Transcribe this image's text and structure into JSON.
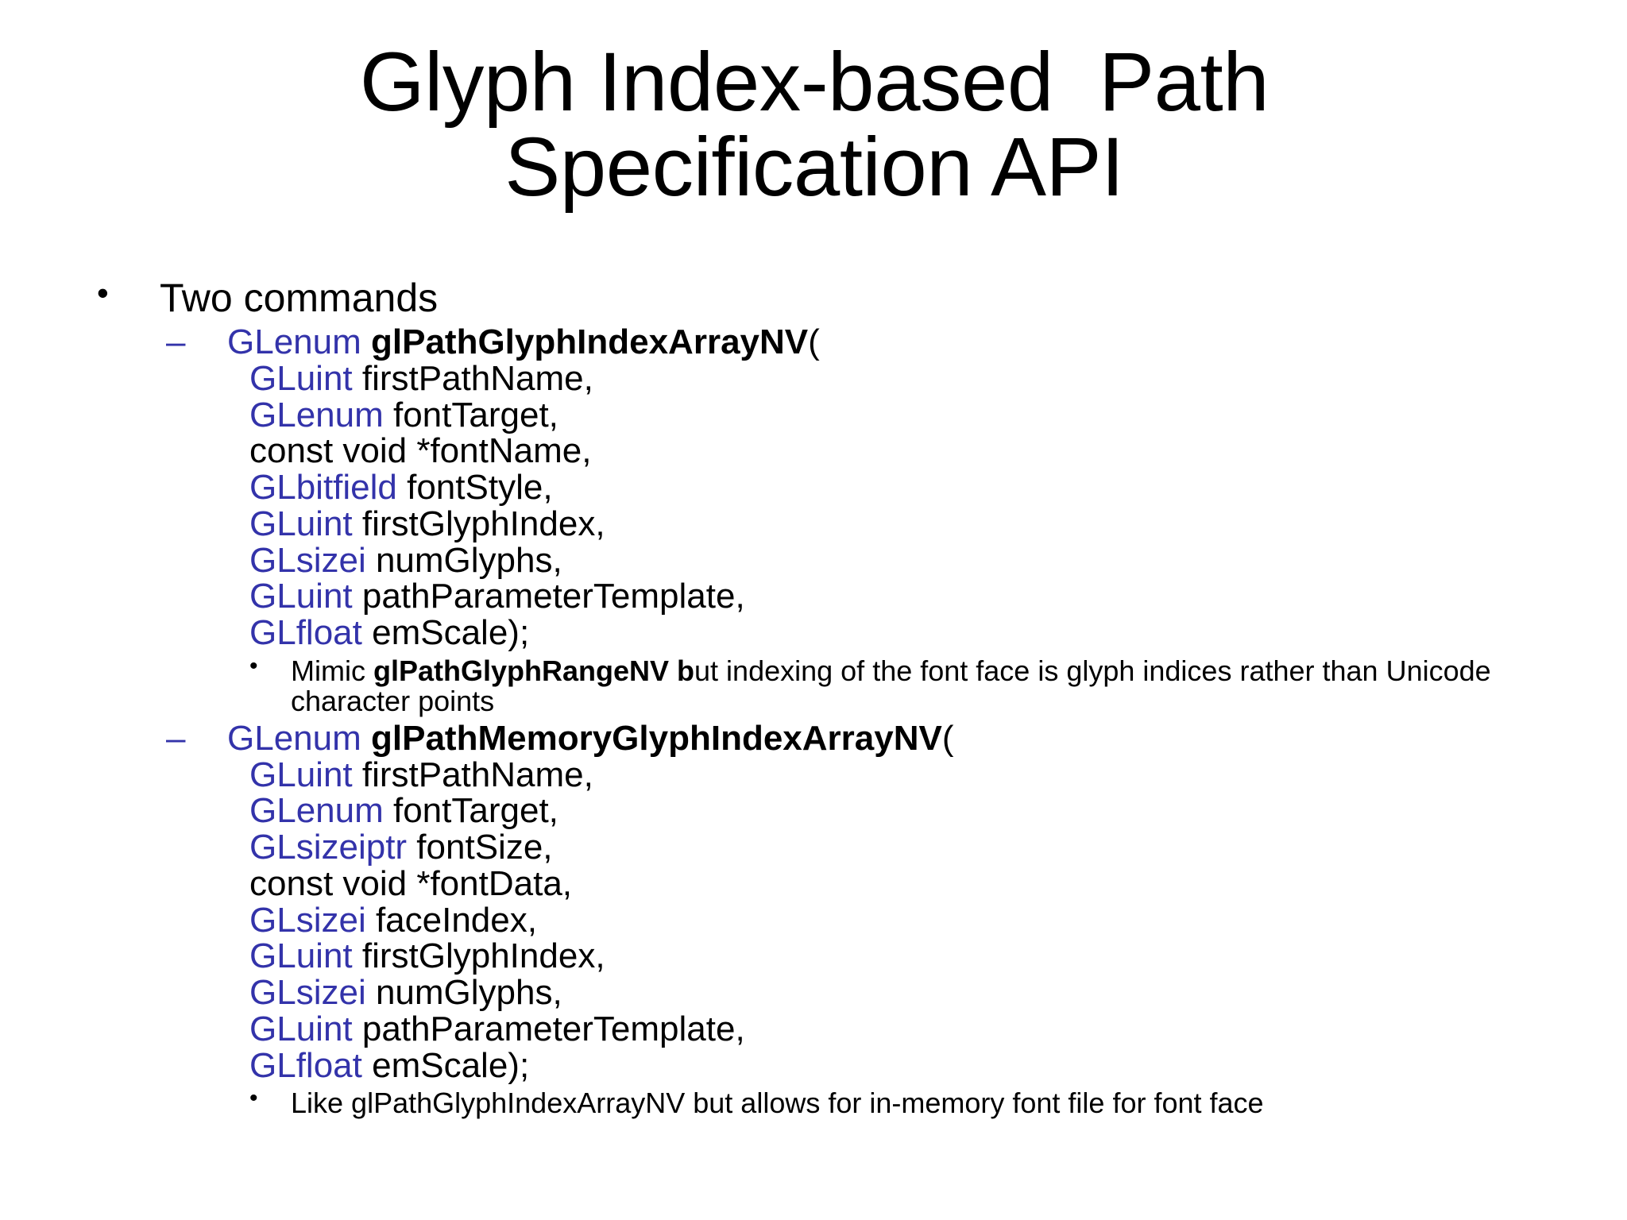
{
  "slide": {
    "title": "Glyph Index-based  Path\nSpecification API",
    "accent_color": "#3333AA",
    "text_color": "#000000",
    "background_color": "#FFFFFF",
    "bullets": {
      "level1_glyph": "•",
      "level2_glyph": "–",
      "level3_glyph": "•"
    },
    "topic": "Two commands",
    "commands": [
      {
        "return_type": "GLenum",
        "name": "glPathGlyphIndexArrayNV",
        "open_paren": "(",
        "params": [
          {
            "type": "GLuint",
            "name": " firstPathName,"
          },
          {
            "type": "GLenum",
            "name": " fontTarget,"
          },
          {
            "type": "",
            "name": "const void *fontName,"
          },
          {
            "type": "GLbitfield",
            "name": " fontStyle,"
          },
          {
            "type": "GLuint",
            "name": " firstGlyphIndex,"
          },
          {
            "type": "GLsizei",
            "name": " numGlyphs,"
          },
          {
            "type": "GLuint",
            "name": " pathParameterTemplate,"
          },
          {
            "type": "GLfloat",
            "name": " emScale);"
          }
        ],
        "note_pre": "Mimic ",
        "note_bold": "glPathGlyphRangeNV b",
        "note_post": "ut indexing of the font face is glyph indices rather than Unicode character points"
      },
      {
        "return_type": "GLenum",
        "name": "glPathMemoryGlyphIndexArrayNV",
        "open_paren": "(",
        "params": [
          {
            "type": "GLuint",
            "name": " firstPathName,"
          },
          {
            "type": "GLenum",
            "name": " fontTarget,"
          },
          {
            "type": "GLsizeiptr",
            "name": " fontSize,"
          },
          {
            "type": "",
            "name": "const void *fontData,"
          },
          {
            "type": "GLsizei",
            "name": " faceIndex,"
          },
          {
            "type": "GLuint",
            "name": " firstGlyphIndex,"
          },
          {
            "type": "GLsizei",
            "name": " numGlyphs,"
          },
          {
            "type": "GLuint",
            "name": " pathParameterTemplate,"
          },
          {
            "type": "GLfloat",
            "name": " emScale);"
          }
        ],
        "note_pre": "",
        "note_bold": "",
        "note_post": "Like glPathGlyphIndexArrayNV but allows for in-memory font file for font face"
      }
    ]
  }
}
